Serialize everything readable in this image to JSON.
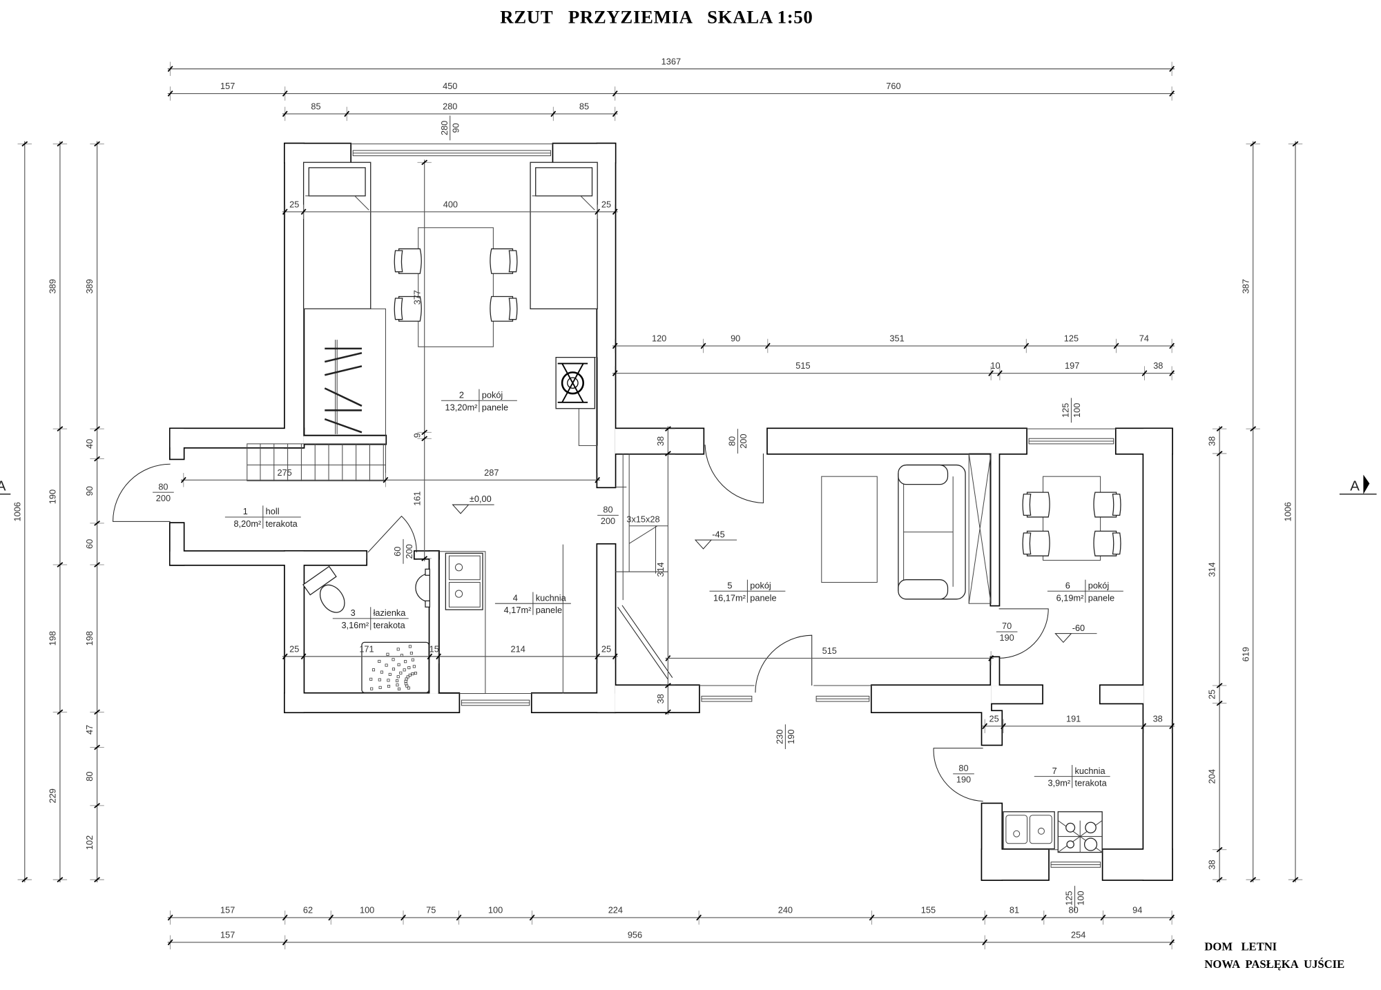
{
  "title": "RZUT   PRZYZIEMIA   SKALA 1:50",
  "project": {
    "line1": "DOM   LETNI",
    "line2": "NOWA  PASŁĘKA  UJŚCIE"
  },
  "section_mark": {
    "left": "A",
    "right": "A"
  },
  "stairs_label": "3x15x28",
  "rooms": [
    {
      "number": "1",
      "name": "holl",
      "area": "8,20m²",
      "floor": "terakota"
    },
    {
      "number": "2",
      "name": "pokój",
      "area": "13,20m²",
      "floor": "panele"
    },
    {
      "number": "3",
      "name": "łazienka",
      "area": "3,16m²",
      "floor": "terakota"
    },
    {
      "number": "4",
      "name": "kuchnia",
      "area": "4,17m²",
      "floor": "panele"
    },
    {
      "number": "5",
      "name": "pokój",
      "area": "16,17m²",
      "floor": "panele"
    },
    {
      "number": "6",
      "name": "pokój",
      "area": "6,19m²",
      "floor": "panele"
    },
    {
      "number": "7",
      "name": "kuchnia",
      "area": "3,9m²",
      "floor": "terakota"
    }
  ],
  "levels": [
    "±0,00",
    "-45",
    "-60"
  ],
  "openings": [
    [
      "80",
      "200"
    ],
    [
      "60",
      "200"
    ],
    [
      "80",
      "200"
    ],
    [
      "80",
      "200"
    ],
    [
      "230",
      "190"
    ],
    [
      "70",
      "190"
    ],
    [
      "80",
      "190"
    ],
    [
      "280",
      "90"
    ],
    [
      "125",
      "100"
    ],
    [
      "125",
      "100"
    ]
  ],
  "dims": {
    "top1": [
      "1367"
    ],
    "top2": [
      "157",
      "450",
      "760"
    ],
    "top3": [
      "85",
      "280",
      "85"
    ],
    "room2_width": [
      "25",
      "400",
      "25"
    ],
    "hall": [
      "275",
      "287"
    ],
    "kitchen_row": [
      "25",
      "171",
      "15",
      "214",
      "25"
    ],
    "mid1": [
      "120",
      "90",
      "351",
      "125",
      "74"
    ],
    "mid2": [
      "515",
      "10",
      "197",
      "38"
    ],
    "room5_width": [
      "515"
    ],
    "room7_width": [
      "25",
      "191",
      "38"
    ],
    "bottom1": [
      "157",
      "62",
      "100",
      "75",
      "100",
      "224",
      "240",
      "155",
      "81",
      "80",
      "94"
    ],
    "bottom2": [
      "157",
      "956",
      "254"
    ],
    "left1": [
      "1006"
    ],
    "left2": [
      "389",
      "190",
      "198",
      "229"
    ],
    "left3": [
      "389",
      "40",
      "90",
      "60",
      "198",
      "47",
      "80",
      "102"
    ],
    "room2_depth": [
      "377",
      "9",
      "161"
    ],
    "room5_depth": [
      "38",
      "314",
      "38"
    ],
    "right1": [
      "38",
      "314",
      "25",
      "204",
      "38"
    ],
    "right2": [
      "387",
      "619"
    ],
    "right3": [
      "1006"
    ]
  }
}
